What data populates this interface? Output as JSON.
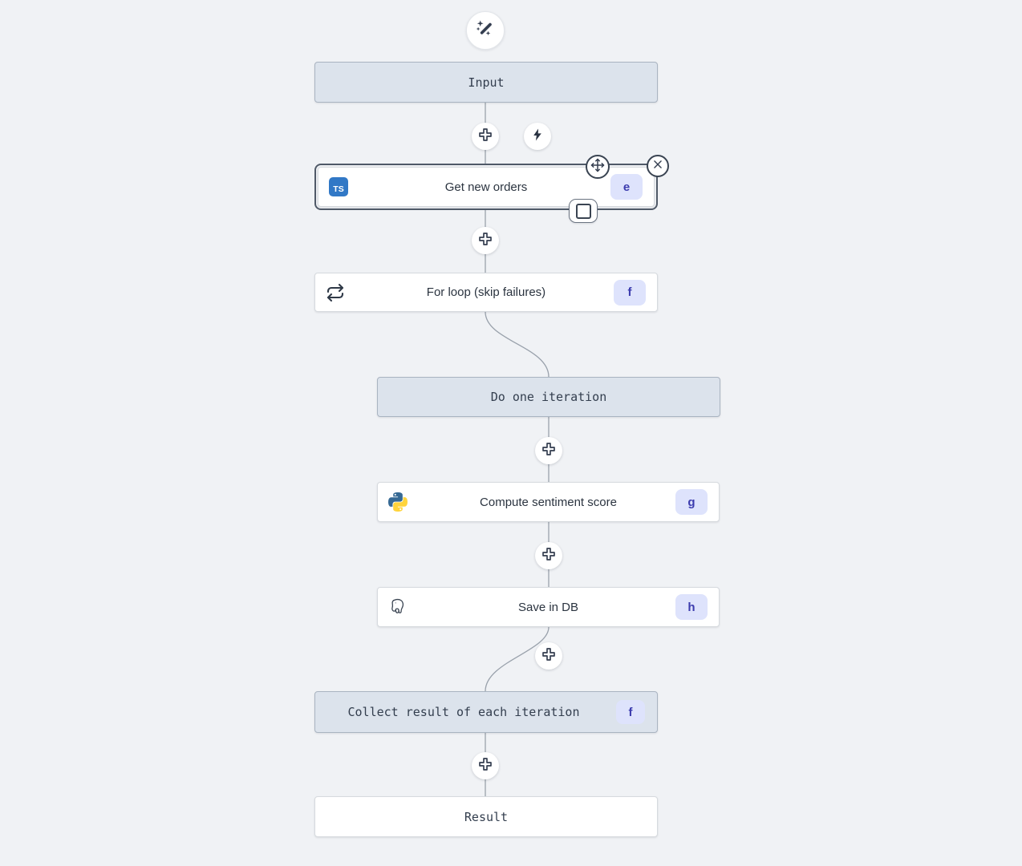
{
  "app": {
    "view": "flow-editor-canvas"
  },
  "colors": {
    "canvas_bg": "#f0f2f5",
    "virtual_node_bg": "#dce3ec",
    "virtual_node_border": "#a9b4c1",
    "module_node_bg": "#ffffff",
    "module_node_border": "#d6dade",
    "selected_ring": "#505a68",
    "badge_bg": "#dee3fc",
    "badge_text": "#3c3cae",
    "connector": "#99a1ab",
    "icon_dark": "#333d4f",
    "typescript_blue": "#3178c6",
    "python_blue": "#366994",
    "python_yellow": "#ffd43b"
  },
  "toolbar": {
    "ai_builder": {
      "icon": "magic-wand-icon"
    },
    "trigger": {
      "icon": "lightning-icon"
    },
    "insert_step": {
      "icon": "plus-icon"
    }
  },
  "nodes": {
    "input": {
      "label": "Input",
      "kind": "virtual"
    },
    "get_new_orders": {
      "label": "Get new orders",
      "badge": "e",
      "icon": "typescript-icon",
      "icon_text": "TS",
      "selected": true,
      "controls": [
        "move-node-button",
        "delete-node-button",
        "stop-button"
      ]
    },
    "for_loop": {
      "label": "For loop (skip failures)",
      "badge": "f",
      "icon": "repeat-icon"
    },
    "do_one_iteration": {
      "label": "Do one iteration",
      "kind": "virtual"
    },
    "compute_sentiment_score": {
      "label": "Compute sentiment score",
      "badge": "g",
      "icon": "python-icon"
    },
    "save_in_db": {
      "label": "Save in DB",
      "badge": "h",
      "icon": "postgresql-icon"
    },
    "collect_result": {
      "label": "Collect result of each iteration",
      "badge": "f",
      "kind": "virtual"
    },
    "result": {
      "label": "Result",
      "kind": "virtual"
    }
  }
}
